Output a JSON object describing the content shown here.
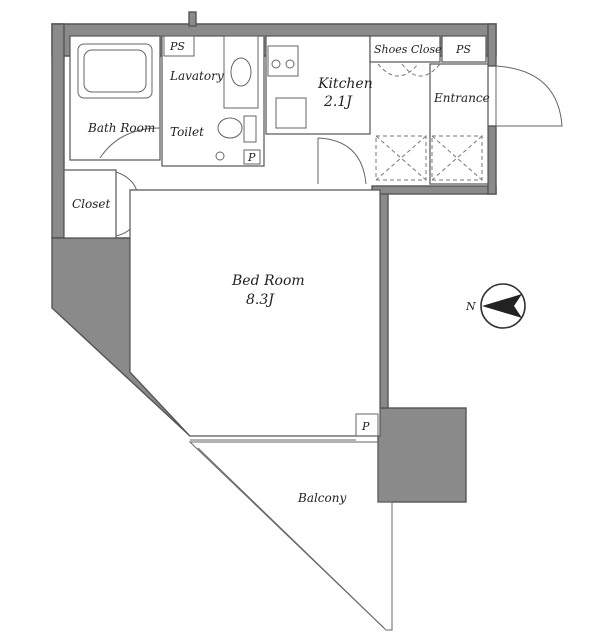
{
  "rooms": {
    "bath_room": "Bath Room",
    "lavatory": "Lavatory",
    "toilet": "Toilet",
    "kitchen": "Kitchen",
    "kitchen_size": "2.1J",
    "shoes_closet": "Shoes Closet",
    "entrance": "Entrance",
    "closet": "Closet",
    "bed_room": "Bed Room",
    "bed_room_size": "8.3J",
    "balcony": "Balcony"
  },
  "tags": {
    "ps_left": "PS",
    "ps_right": "PS",
    "p_toilet": "P",
    "p_balcony": "P"
  },
  "compass": {
    "north": "N"
  },
  "colors": {
    "wall": "#8a8a8a",
    "line": "#555555"
  }
}
